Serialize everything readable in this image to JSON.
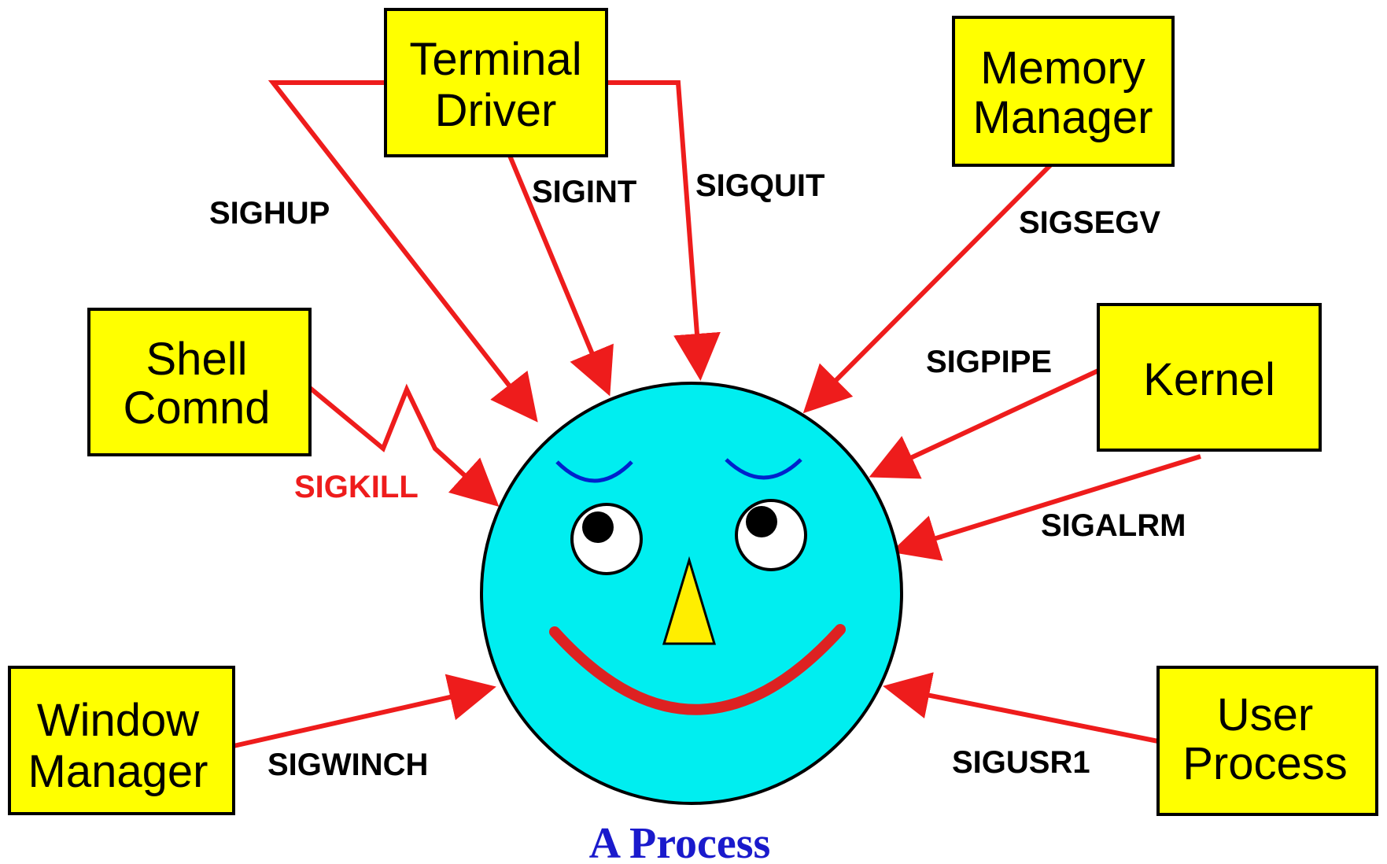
{
  "colors": {
    "box_fill": "#ffff00",
    "arrow": "#ee1c1c",
    "face": "#00eef0",
    "brow": "#0022cc",
    "nose": "#ffee00",
    "mouth": "#dd2222",
    "caption": "#1a1acc"
  },
  "boxes": {
    "terminal_driver": [
      "Terminal",
      "Driver"
    ],
    "memory_manager": [
      "Memory",
      "Manager"
    ],
    "shell_comnd": [
      "Shell",
      "Comnd"
    ],
    "kernel": [
      "Kernel"
    ],
    "window_manager": [
      "Window",
      "Manager"
    ],
    "user_process": [
      "User",
      "Process"
    ]
  },
  "signals": {
    "sighup": "SIGHUP",
    "sigint": "SIGINT",
    "sigquit": "SIGQUIT",
    "sigsegv": "SIGSEGV",
    "sigpipe": "SIGPIPE",
    "sigkill": "SIGKILL",
    "sigalrm": "SIGALRM",
    "sigwinch": "SIGWINCH",
    "sigusr1": "SIGUSR1"
  },
  "caption": "A Process"
}
